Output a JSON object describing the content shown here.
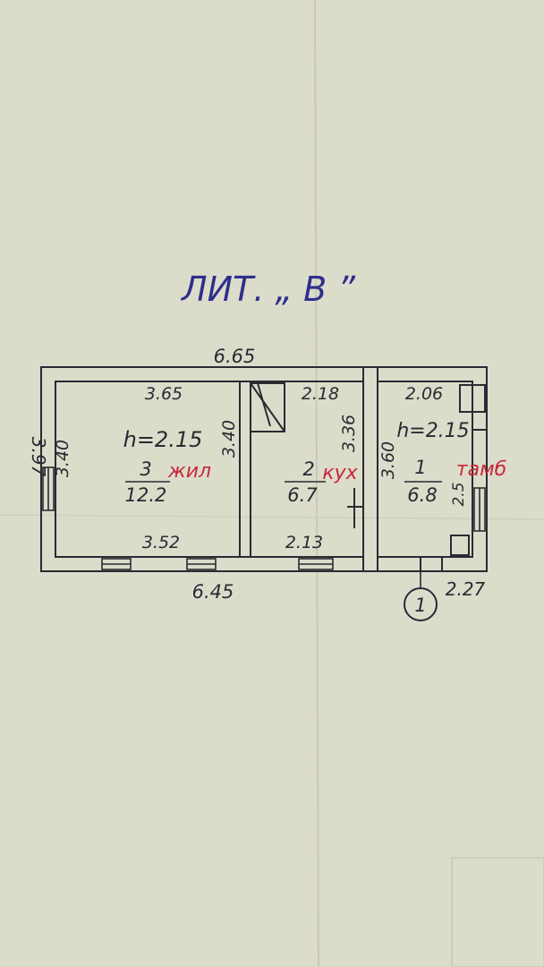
{
  "title": "ЛИТ. „ В ”",
  "colors": {
    "paper": "#dcdccb",
    "ink": "#2a2a33",
    "title_ink": "#2e2f8c",
    "red_ink": "#c8283c"
  },
  "outer_dimensions": {
    "top": "6.65",
    "bottom": "6.45",
    "left": "3.97",
    "right_part": "2.27"
  },
  "rooms": [
    {
      "number": "3",
      "purpose": "жил",
      "area": "12.2",
      "ceiling": "h=2.15",
      "dims": {
        "top": "3.65",
        "bottom": "3.52",
        "left": "3.40",
        "right": "3.40"
      }
    },
    {
      "number": "2",
      "purpose": "кух",
      "area": "6.7",
      "dims": {
        "top": "2.18",
        "bottom": "2.13",
        "right": "3.36"
      }
    },
    {
      "number": "1",
      "purpose": "тамб",
      "area": "6.8",
      "ceiling": "h=2.15",
      "dims": {
        "top": "2.06",
        "left": "3.60",
        "right": "2.5"
      }
    }
  ],
  "entrance_marker": "1"
}
